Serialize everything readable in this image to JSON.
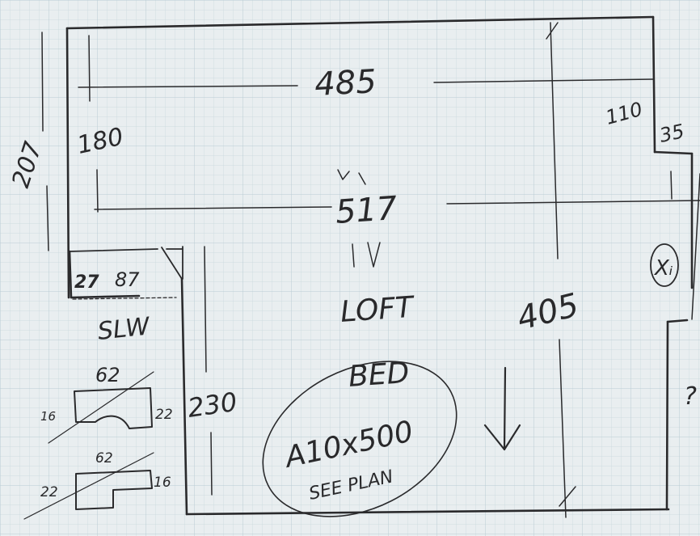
{
  "dimensions": {
    "top_width": "485",
    "mid_width": "517",
    "left_height": "207",
    "upper_left_depth": "180",
    "right_step_depth": "110",
    "right_step_width": "35",
    "stair_height": "230",
    "right_height": "405",
    "notch_a": "27",
    "notch_b": "87"
  },
  "room": {
    "name_line1": "LOFT",
    "name_line2": "BED",
    "bed_size": "A10x500",
    "bed_note": "SEE PLAN",
    "marker": "Xᵢ"
  },
  "notes": {
    "slw": "SLW"
  },
  "profiles": [
    {
      "top": "62",
      "left": "16",
      "right": "22"
    },
    {
      "top": "62",
      "left": "22",
      "right": "16"
    }
  ],
  "edge_mark": "?"
}
